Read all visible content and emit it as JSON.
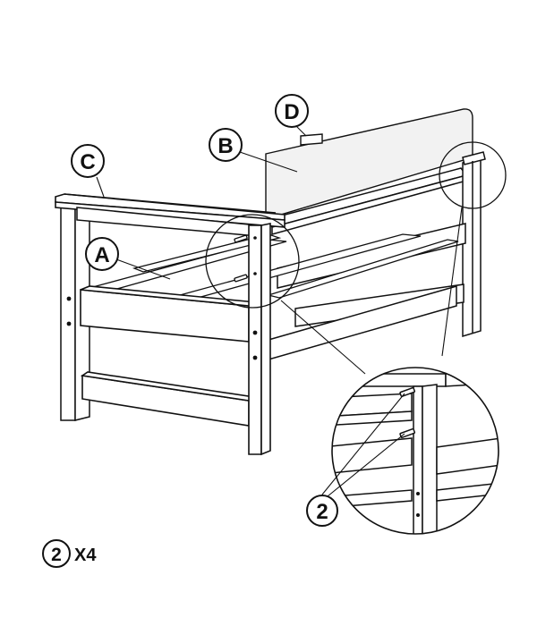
{
  "callouts": {
    "a": "A",
    "b": "B",
    "c": "C",
    "d": "D",
    "hardware": "2"
  },
  "legend": {
    "part": "2",
    "quantity": "X4"
  },
  "colors": {
    "line": "#111111",
    "panel": "#f2f2f2",
    "background": "#ffffff"
  }
}
